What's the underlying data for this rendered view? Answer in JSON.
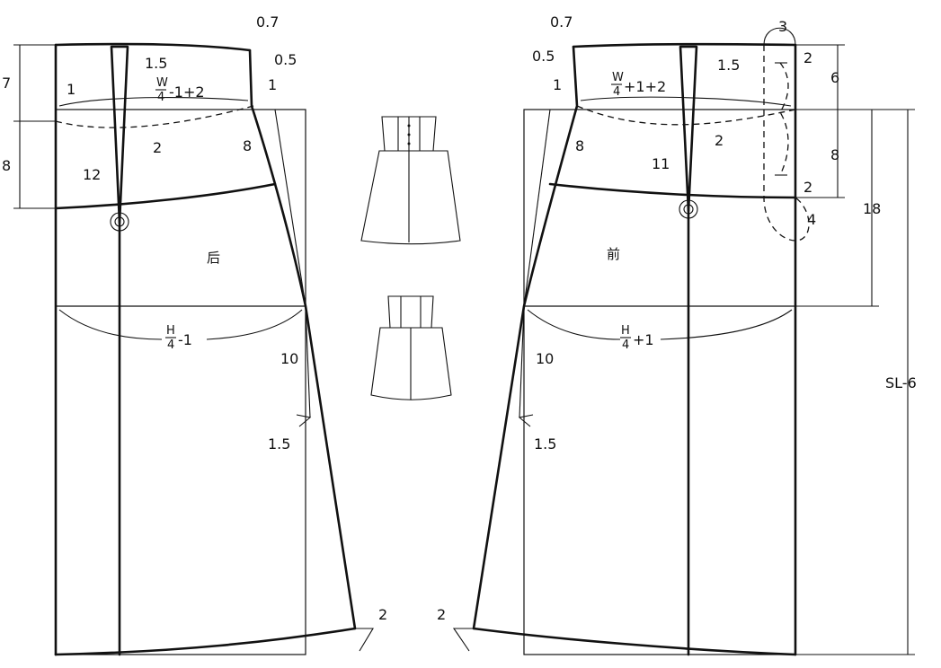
{
  "back_panel": {
    "name": "后",
    "labels": {
      "waist_height": "7",
      "hip_depth": "8",
      "waist_rise": "1",
      "waist_formula_top": "W",
      "waist_formula_bottom": "4",
      "waist_formula_tail": "-1+2",
      "dart_top": "1.5",
      "dart_side": "2",
      "dart_length": "12",
      "side_top_1": "0.7",
      "side_top_2": "0.5",
      "side_rise": "1",
      "side_curve": "8",
      "hip_formula_top": "H",
      "hip_formula_bottom": "4",
      "hip_formula_tail": "-1",
      "flare_length": "10",
      "flare_offset": "1.5",
      "hem_rise": "2"
    }
  },
  "front_panel": {
    "name": "前",
    "labels": {
      "side_top_1": "0.7",
      "side_top_2": "0.5",
      "side_rise": "1",
      "waist_formula_top": "W",
      "waist_formula_bottom": "4",
      "waist_formula_tail": "+1+2",
      "dart_top": "1.5",
      "dart_side": "2",
      "dart_length": "11",
      "side_curve": "8",
      "hip_formula_top": "H",
      "hip_formula_bottom": "4",
      "hip_formula_tail": "+1",
      "flare_length": "10",
      "flare_offset": "1.5",
      "hem_rise": "2",
      "placket_width": "3",
      "placket_offset_top": "2",
      "placket_offset_bottom": "2",
      "placket_curve": "4",
      "waist_height": "6",
      "hip_depth": "8",
      "hip_line": "18",
      "skirt_length": "SL-6"
    }
  },
  "sketches": [
    {
      "view": "front-view"
    },
    {
      "view": "back-view"
    }
  ]
}
